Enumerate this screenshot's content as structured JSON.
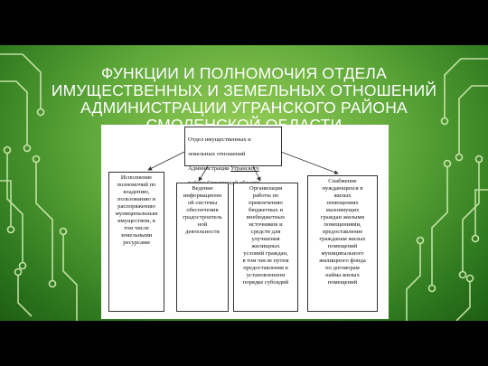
{
  "slide": {
    "title": "ФУНКЦИИ И ПОЛНОМОЧИЯ ОТДЕЛА ИМУЩЕСТВЕННЫХ И ЗЕМЕЛЬНЫХ ОТНОШЕНИЙ АДМИНИСТРАЦИИ УГРАНСКОГО РАЙОНА СМОЛЕНСКОЙ ОБЛАСТИ",
    "colors": {
      "bg_light": "#9ad05a",
      "bg_dark": "#1f5e14",
      "circuit": "#d8f0b8",
      "title": "#ffffff"
    }
  },
  "diagram": {
    "root": {
      "line1": "Отдел имущественных и",
      "line2": "земельных отношений",
      "line3_prefix": "Администрации ",
      "line3_underlined": "Угранского",
      "line4": "района Смоленской области"
    },
    "children": [
      {
        "text": "Исполнение\nполномочий по\nвладению,\nпользованию и\nраспоряжению\nмуниципальным\nимуществом, в\nтом числе\nземельными\nресурсами"
      },
      {
        "text": "Ведение\nинформационн\nой системы\nобеспечения\nградостроитель\nной\nдеятельности"
      },
      {
        "text": "Организация\nработы по\nпривлечению\nбюджетных и\nвнебюджетных\nисточников и\nсредств для\nулучшения\nжилищных\nусловий граждан,\nв том числе путем\nпредоставления в\nустановленном\nпорядке субсидий"
      },
      {
        "text": "Снабжение\nнуждающихся в\nжилых\nпомещениях\nмалоимущих\nграждан жилыми\nпомещениями,\nпредоставление\nгражданам жилых\nпомещений\nмуниципального\nжилищного фонда\nпо договорам\nнайма жилых\nпомещений"
      }
    ]
  }
}
